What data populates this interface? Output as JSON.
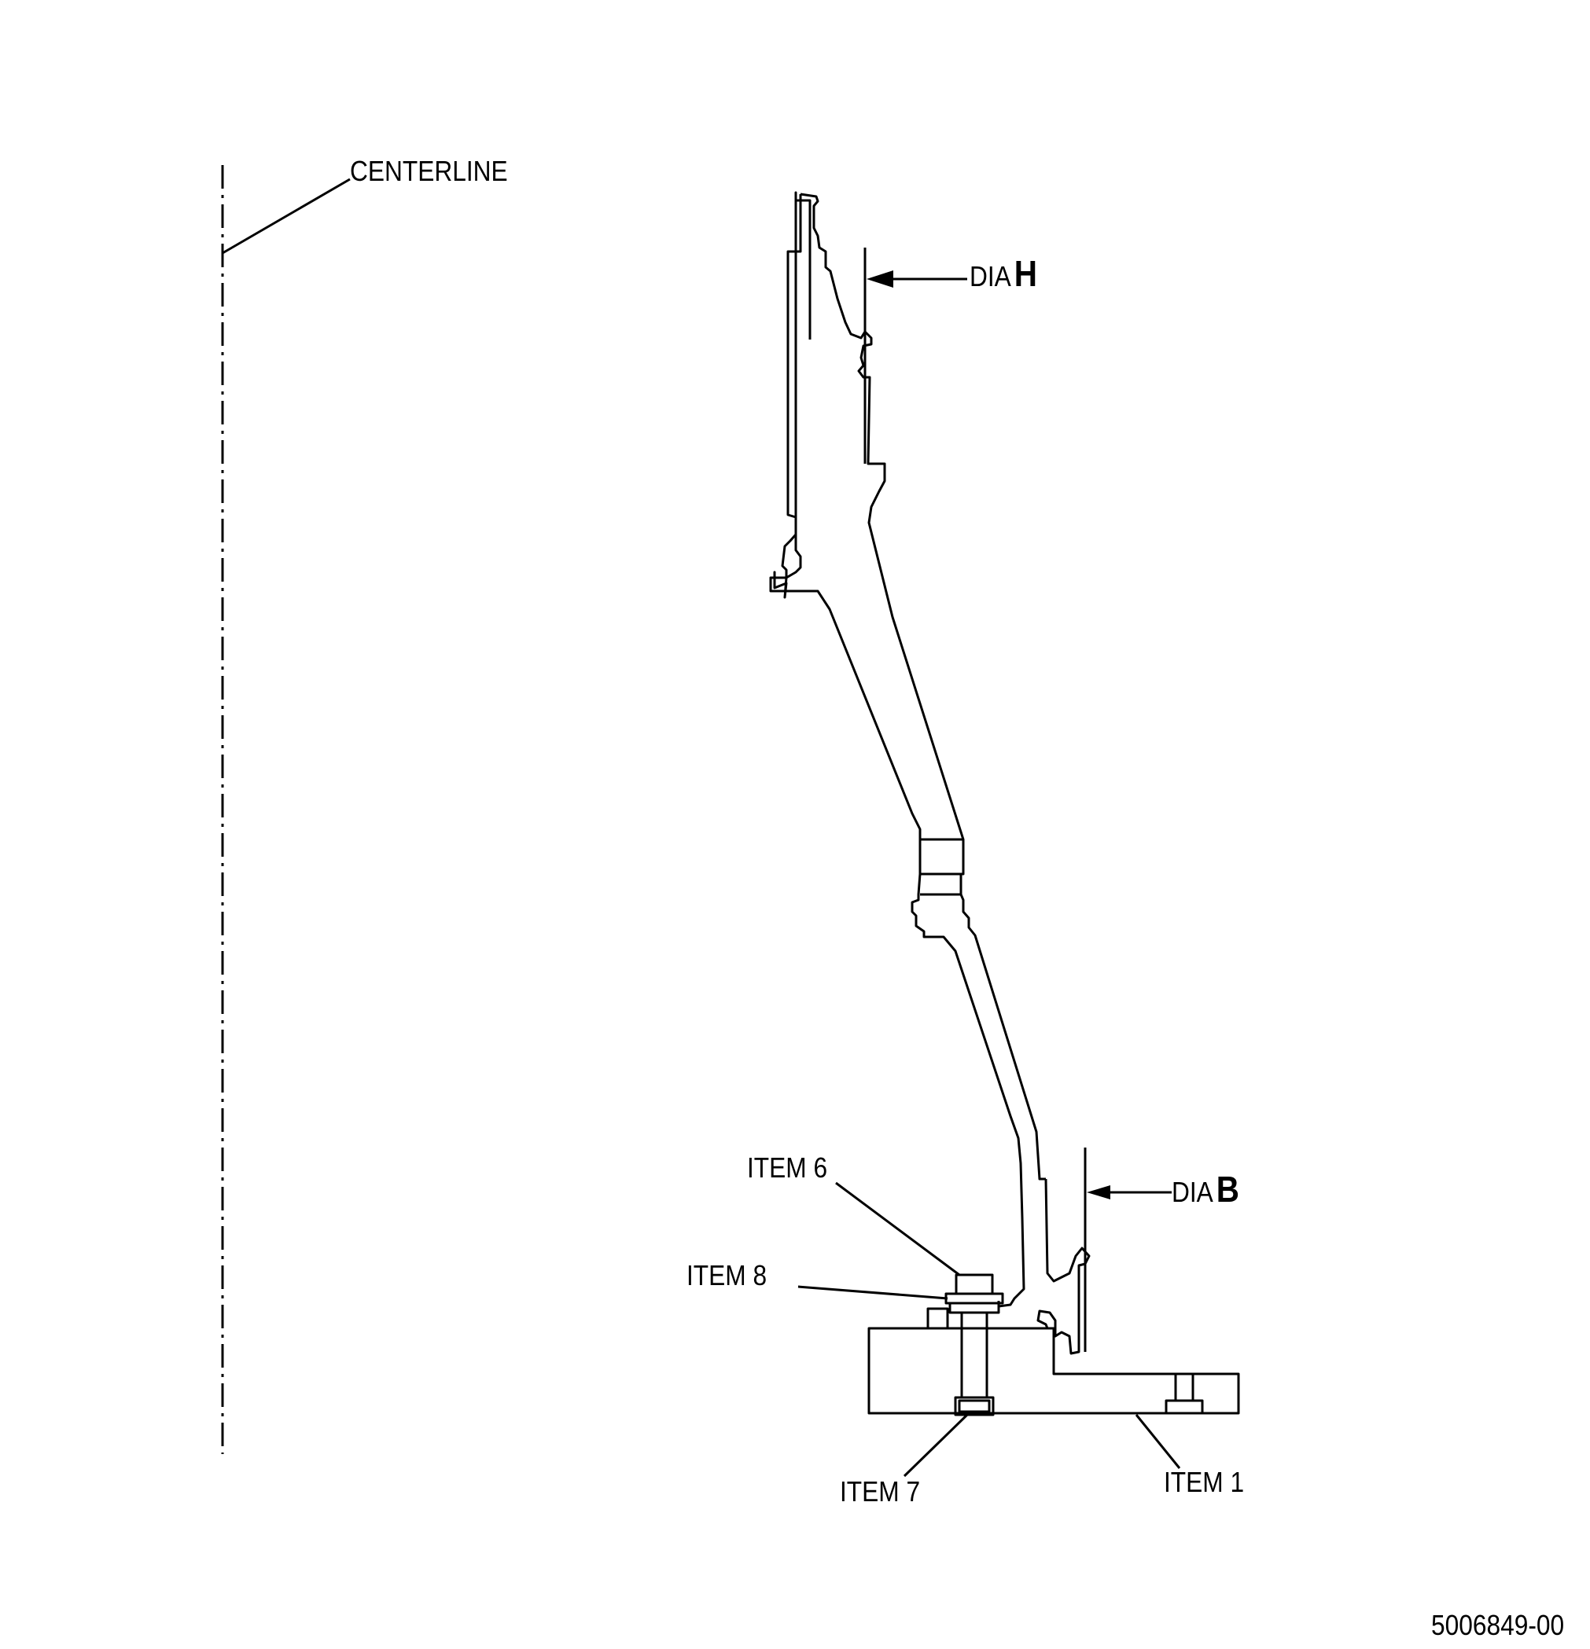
{
  "labels": {
    "centerline": "CENTERLINE",
    "dia_h_prefix": "DIA",
    "dia_h_letter": "H",
    "dia_b_prefix": "DIA",
    "dia_b_letter": "B",
    "item6": "ITEM 6",
    "item8": "ITEM 8",
    "item7": "ITEM 7",
    "item1": "ITEM 1",
    "figure_number": "5006849-00"
  },
  "colors": {
    "line": "#000000",
    "background": "#ffffff"
  }
}
